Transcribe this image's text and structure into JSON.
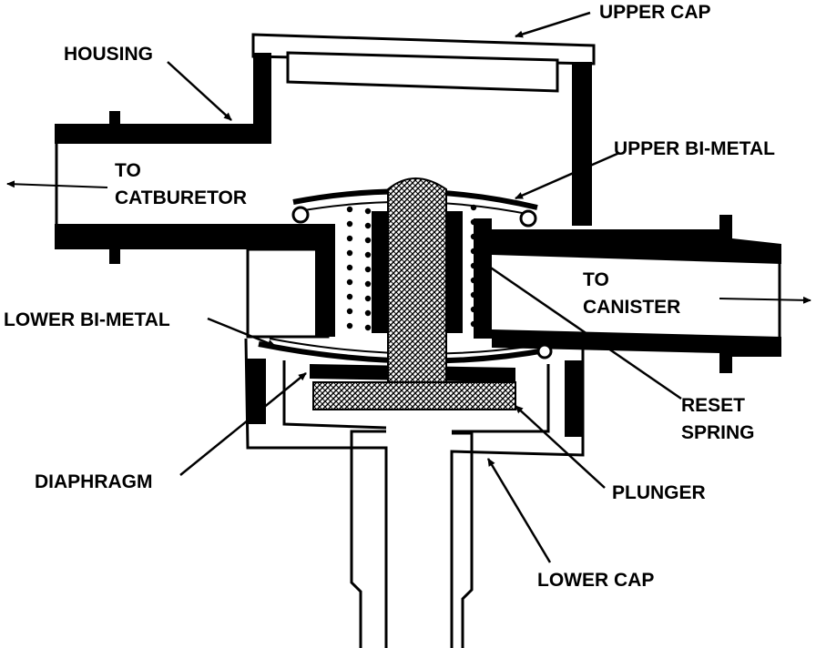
{
  "colors": {
    "ink": "#000000",
    "paper": "#ffffff"
  },
  "labels": {
    "upper_cap": "UPPER CAP",
    "housing": "HOUSING",
    "to_carburetor_line1": "TO",
    "to_carburetor_line2": "CATBURETOR",
    "upper_bimetal": "UPPER BI-METAL",
    "to_canister_line1": "TO",
    "to_canister_line2": "CANISTER",
    "lower_bimetal": "LOWER BI-METAL",
    "reset_spring_line1": "RESET",
    "reset_spring_line2": "SPRING",
    "diaphragm": "DIAPHRAGM",
    "plunger": "PLUNGER",
    "lower_cap": "LOWER CAP"
  }
}
